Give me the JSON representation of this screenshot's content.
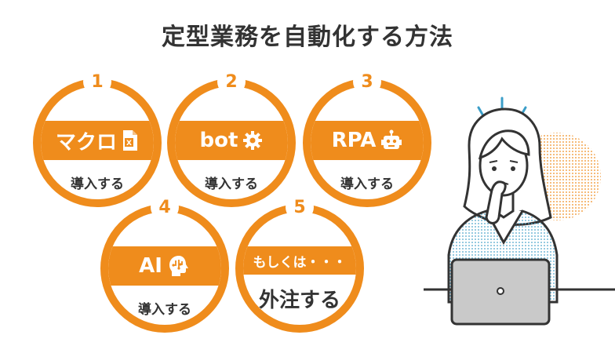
{
  "title": "定型業務を自動化する方法",
  "colors": {
    "accent": "#ef8c1c",
    "text": "#333333",
    "laptop": "#c9c9c9"
  },
  "methods": [
    {
      "number": "1",
      "label": "マクロ",
      "action": "導入する",
      "icon": "excel-file-icon"
    },
    {
      "number": "2",
      "label": "bot",
      "action": "導入する",
      "icon": "gear-icon"
    },
    {
      "number": "3",
      "label": "RPA",
      "action": "導入する",
      "icon": "robot-icon"
    },
    {
      "number": "4",
      "label": "AI",
      "action": "導入する",
      "icon": "ai-head-icon"
    },
    {
      "number": "5",
      "label": "もしくは・・・",
      "action": "外注する",
      "icon": ""
    }
  ],
  "illustration": "thinking-woman-with-laptop"
}
